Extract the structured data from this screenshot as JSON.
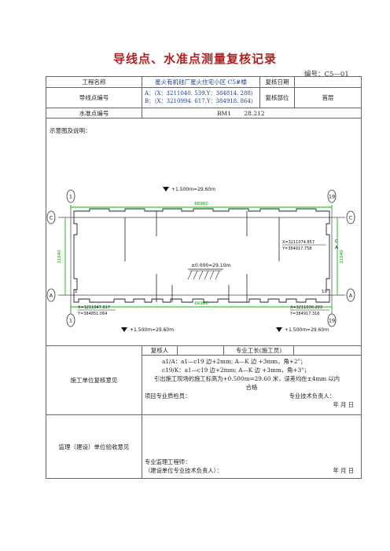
{
  "title": "导线点、水准点测量复核记录",
  "doc_no": "编号：C5—01",
  "project_label": "工程名称",
  "project_value": "星火有机硅厂星火住宅小区 C5#楼",
  "review_date_label": "复核日期",
  "review_date_value": "",
  "traverse_label": "导线点编号",
  "traverse_a": "A：（X：3211040. 539,Y：384814. 288）",
  "traverse_b": "B：（X：3210994. 617,Y：384918. 864）",
  "review_part_label": "复核部位",
  "review_part_value": "首层",
  "bm_label": "水准点编号",
  "bm_name": "BM1",
  "bm_value": "28.212",
  "diagram_label": "示意图及说明：",
  "diagram": {
    "axis_labels": {
      "top_left": "1",
      "top_right": "19",
      "bottom_left": "1",
      "bottom_right": "19",
      "left_top": "C",
      "left_bottom": "A",
      "right_top": "C",
      "right_bottom": "A"
    },
    "top_dim": "66960",
    "bottom_dim": "66960",
    "side_dim_left": "11640",
    "side_dim_right": "11640",
    "level_top": "+1.500m=29.60m",
    "level_center": "±0.000=29.10m",
    "level_bottom_left": "+1.500m=29.60m",
    "level_bottom_right": "+1.500m=29.60m",
    "coord_right_top_x": "X=3211074.857",
    "coord_right_top_y": "Y=384917.758",
    "coord_left_bottom_x": "X=3211047.617",
    "coord_left_bottom_y": "Y=384851.064",
    "coord_right_bottom_x": "X=3211036.203",
    "coord_right_bottom_y": "Y=384917.316",
    "point_c": "C",
    "point_a": "A",
    "point_1": "1",
    "point_19": "19",
    "colors": {
      "line": "#222222",
      "accent": "#00c000"
    }
  },
  "construction": {
    "label": "施工单位复核意见",
    "reviewer_label": "复核人",
    "reviewer_value": "",
    "foreman_label": "专业工长(施工员)",
    "foreman_value": "",
    "line1": "a1/A：a1—c19 边+2mm;   A—K 边 +3mm，角+2\"；",
    "line2": "c19/K：a1—c19 边+2mm;   A—K 边 +3mm，角+3\"；",
    "line3": "引出施工现场的施工标高为+0.500m=29.60 米，误差均在±4mm 以内",
    "line4": "合格",
    "inspector": "项目专业质检员：",
    "tech_head": "专业技术负责人：",
    "date": "年    月    日"
  },
  "supervision": {
    "label": "监理（建设）单位验收意见",
    "engineer": "专业监理工程师：",
    "owner_tech": "（建设单位专业技术负责人）：",
    "date": "年    月    日"
  }
}
